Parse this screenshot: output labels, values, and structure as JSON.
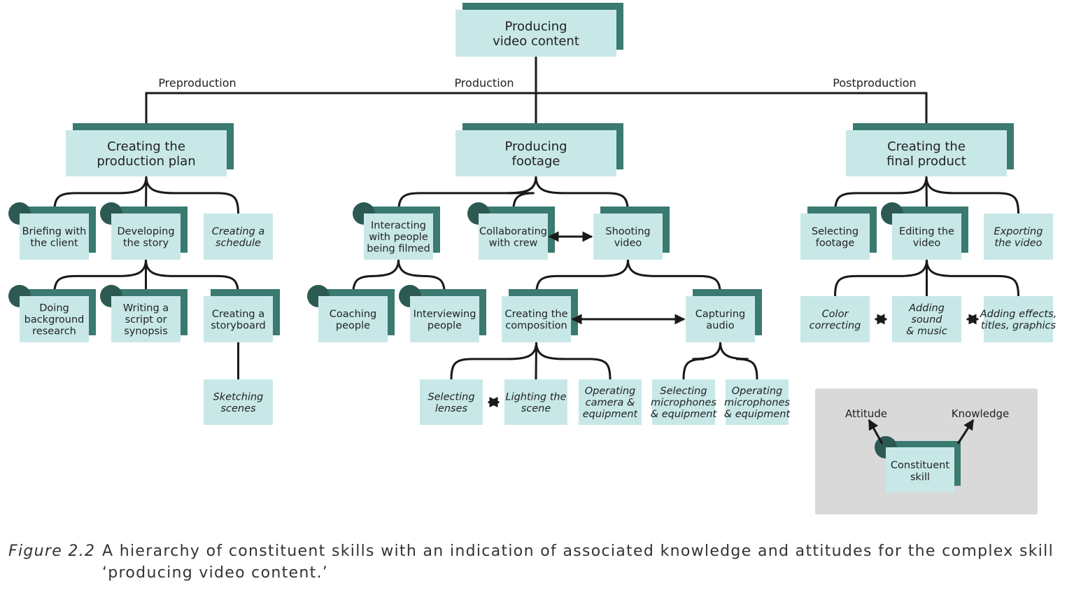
{
  "colors": {
    "box_fill": "#c8e8e8",
    "knowledge_tab": "#3a7a70",
    "attitude_dot": "#2c5a52",
    "line": "#1a1a1a",
    "legend_bg": "#d9d9d9"
  },
  "phases": [
    {
      "id": "pre",
      "label": "Preproduction"
    },
    {
      "id": "prod",
      "label": "Production"
    },
    {
      "id": "post",
      "label": "Postproduction"
    }
  ],
  "nodes": [
    {
      "id": "root",
      "lines": [
        "Producing",
        "video content"
      ],
      "knowledge": true,
      "attitude": false,
      "italic": false
    },
    {
      "id": "plan",
      "lines": [
        "Creating the",
        "production plan"
      ],
      "knowledge": true,
      "attitude": false,
      "italic": false
    },
    {
      "id": "footage",
      "lines": [
        "Producing",
        "footage"
      ],
      "knowledge": true,
      "attitude": false,
      "italic": false
    },
    {
      "id": "final",
      "lines": [
        "Creating the",
        "final product"
      ],
      "knowledge": true,
      "attitude": false,
      "italic": false
    },
    {
      "id": "brief",
      "lines": [
        "Briefing with",
        "the client"
      ],
      "knowledge": true,
      "attitude": true,
      "italic": false
    },
    {
      "id": "story",
      "lines": [
        "Developing",
        "the story"
      ],
      "knowledge": true,
      "attitude": true,
      "italic": false
    },
    {
      "id": "sched",
      "lines": [
        "Creating a",
        "schedule"
      ],
      "knowledge": false,
      "attitude": false,
      "italic": true
    },
    {
      "id": "research",
      "lines": [
        "Doing",
        "background",
        "research"
      ],
      "knowledge": true,
      "attitude": true,
      "italic": false
    },
    {
      "id": "script",
      "lines": [
        "Writing a",
        "script or",
        "synopsis"
      ],
      "knowledge": true,
      "attitude": true,
      "italic": false
    },
    {
      "id": "storyboard",
      "lines": [
        "Creating a",
        "storyboard"
      ],
      "knowledge": true,
      "attitude": false,
      "italic": false
    },
    {
      "id": "sketch",
      "lines": [
        "Sketching",
        "scenes"
      ],
      "knowledge": false,
      "attitude": false,
      "italic": true
    },
    {
      "id": "interact",
      "lines": [
        "Interacting",
        "with people",
        "being filmed"
      ],
      "knowledge": true,
      "attitude": true,
      "italic": false
    },
    {
      "id": "collab",
      "lines": [
        "Collaborating",
        "with crew"
      ],
      "knowledge": true,
      "attitude": true,
      "italic": false
    },
    {
      "id": "shoot",
      "lines": [
        "Shooting",
        "video"
      ],
      "knowledge": true,
      "attitude": false,
      "italic": false
    },
    {
      "id": "coach",
      "lines": [
        "Coaching",
        "people"
      ],
      "knowledge": true,
      "attitude": true,
      "italic": false
    },
    {
      "id": "interview",
      "lines": [
        "Interviewing",
        "people"
      ],
      "knowledge": true,
      "attitude": true,
      "italic": false
    },
    {
      "id": "compose",
      "lines": [
        "Creating the",
        "composition"
      ],
      "knowledge": true,
      "attitude": false,
      "italic": false
    },
    {
      "id": "audio",
      "lines": [
        "Capturing",
        "audio"
      ],
      "knowledge": true,
      "attitude": false,
      "italic": false
    },
    {
      "id": "lenses",
      "lines": [
        "Selecting",
        "lenses"
      ],
      "knowledge": false,
      "attitude": false,
      "italic": true
    },
    {
      "id": "lighting",
      "lines": [
        "Lighting the",
        "scene"
      ],
      "knowledge": false,
      "attitude": false,
      "italic": true
    },
    {
      "id": "camera",
      "lines": [
        "Operating",
        "camera &",
        "equipment"
      ],
      "knowledge": false,
      "attitude": false,
      "italic": true
    },
    {
      "id": "selmic",
      "lines": [
        "Selecting",
        "microphones",
        "& equipment"
      ],
      "knowledge": false,
      "attitude": false,
      "italic": true
    },
    {
      "id": "opmic",
      "lines": [
        "Operating",
        "microphones",
        "& equipment"
      ],
      "knowledge": false,
      "attitude": false,
      "italic": true
    },
    {
      "id": "selfoot",
      "lines": [
        "Selecting",
        "footage"
      ],
      "knowledge": true,
      "attitude": false,
      "italic": false
    },
    {
      "id": "edit",
      "lines": [
        "Editing the",
        "video"
      ],
      "knowledge": true,
      "attitude": true,
      "italic": false
    },
    {
      "id": "export",
      "lines": [
        "Exporting",
        "the video"
      ],
      "knowledge": false,
      "attitude": false,
      "italic": true
    },
    {
      "id": "color",
      "lines": [
        "Color",
        "correcting"
      ],
      "knowledge": false,
      "attitude": false,
      "italic": true
    },
    {
      "id": "sound",
      "lines": [
        "Adding",
        "sound",
        "& music"
      ],
      "knowledge": false,
      "attitude": false,
      "italic": true
    },
    {
      "id": "effects",
      "lines": [
        "Adding effects,",
        "titles, graphics"
      ],
      "knowledge": false,
      "attitude": false,
      "italic": true
    }
  ],
  "edges": [
    [
      "root",
      "plan"
    ],
    [
      "root",
      "footage"
    ],
    [
      "root",
      "final"
    ],
    [
      "plan",
      "brief"
    ],
    [
      "plan",
      "story"
    ],
    [
      "plan",
      "sched"
    ],
    [
      "story",
      "research"
    ],
    [
      "story",
      "script"
    ],
    [
      "story",
      "storyboard"
    ],
    [
      "storyboard",
      "sketch"
    ],
    [
      "footage",
      "interact"
    ],
    [
      "footage",
      "collab"
    ],
    [
      "footage",
      "shoot"
    ],
    [
      "interact",
      "coach"
    ],
    [
      "interact",
      "interview"
    ],
    [
      "shoot",
      "compose"
    ],
    [
      "shoot",
      "audio"
    ],
    [
      "compose",
      "lenses"
    ],
    [
      "compose",
      "lighting"
    ],
    [
      "compose",
      "camera"
    ],
    [
      "audio",
      "selmic"
    ],
    [
      "audio",
      "opmic"
    ],
    [
      "final",
      "selfoot"
    ],
    [
      "final",
      "edit"
    ],
    [
      "final",
      "export"
    ],
    [
      "edit",
      "color"
    ],
    [
      "edit",
      "sound"
    ],
    [
      "edit",
      "effects"
    ]
  ],
  "relations": [
    {
      "from": "collab",
      "to": "shoot",
      "style": "solid"
    },
    {
      "from": "compose",
      "to": "audio",
      "style": "solid"
    },
    {
      "from": "lenses",
      "to": "lighting",
      "style": "dashed"
    },
    {
      "from": "color",
      "to": "sound",
      "style": "dashed"
    },
    {
      "from": "sound",
      "to": "effects",
      "style": "dashed"
    }
  ],
  "legend": {
    "attitude_label": "Attitude",
    "knowledge_label": "Knowledge",
    "skill_lines": [
      "Constituent",
      "skill"
    ]
  },
  "caption": {
    "figure_label": "Figure 2.2",
    "text": "A hierarchy of constituent skills with an indication of associated knowledge and attitudes for the complex skill ‘producing video content.’"
  }
}
